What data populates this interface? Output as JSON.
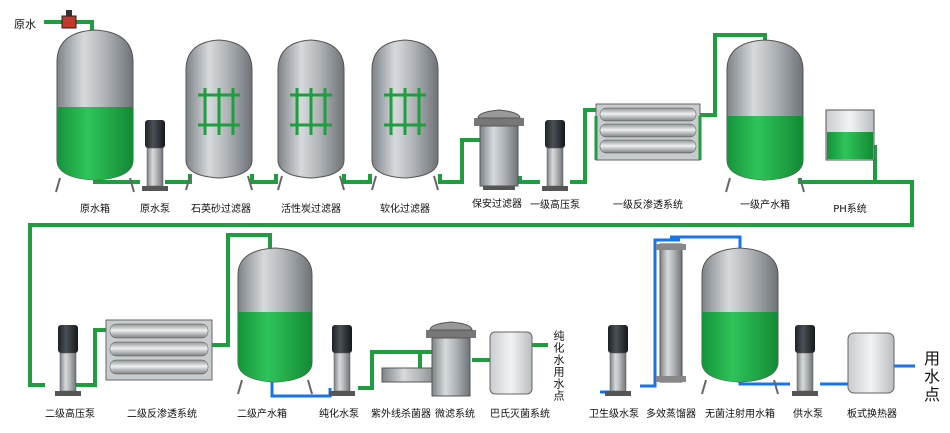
{
  "source_label": "原水",
  "outlet_label": "用水点",
  "purified_use_label": "纯化水用水点",
  "row1_labels": {
    "raw_tank": "原水箱",
    "raw_pump": "原水泵",
    "sand_filter": "石英砂过滤器",
    "carbon_filter": "活性炭过滤器",
    "softener": "软化过滤器",
    "security_filter": "保安过滤器",
    "hp_pump_1": "一级高压泵",
    "ro_1": "一级反渗透系统",
    "product_tank_1": "一级产水箱",
    "ph_system": "PH系统"
  },
  "row2_labels": {
    "hp_pump_2": "二级高压泵",
    "ro_2": "二级反渗透系统",
    "product_tank_2": "二级产水箱",
    "purified_pump": "纯化水泵",
    "uv_sterilizer": "紫外线杀菌器",
    "micro_filter": "微滤系统",
    "pasteur": "巴氏灭菌系统",
    "sanitary_pump": "卫生级水泵",
    "still": "多效蒸馏器",
    "wfi_tank": "无菌注射用水箱",
    "supply_pump": "供水泵",
    "heat_exchanger": "板式换热器"
  },
  "colors": {
    "pipe_green": "#1e9e3e",
    "pipe_blue": "#1a73e8",
    "water": "#22b24c",
    "tank_body": "#a9aeb2"
  }
}
